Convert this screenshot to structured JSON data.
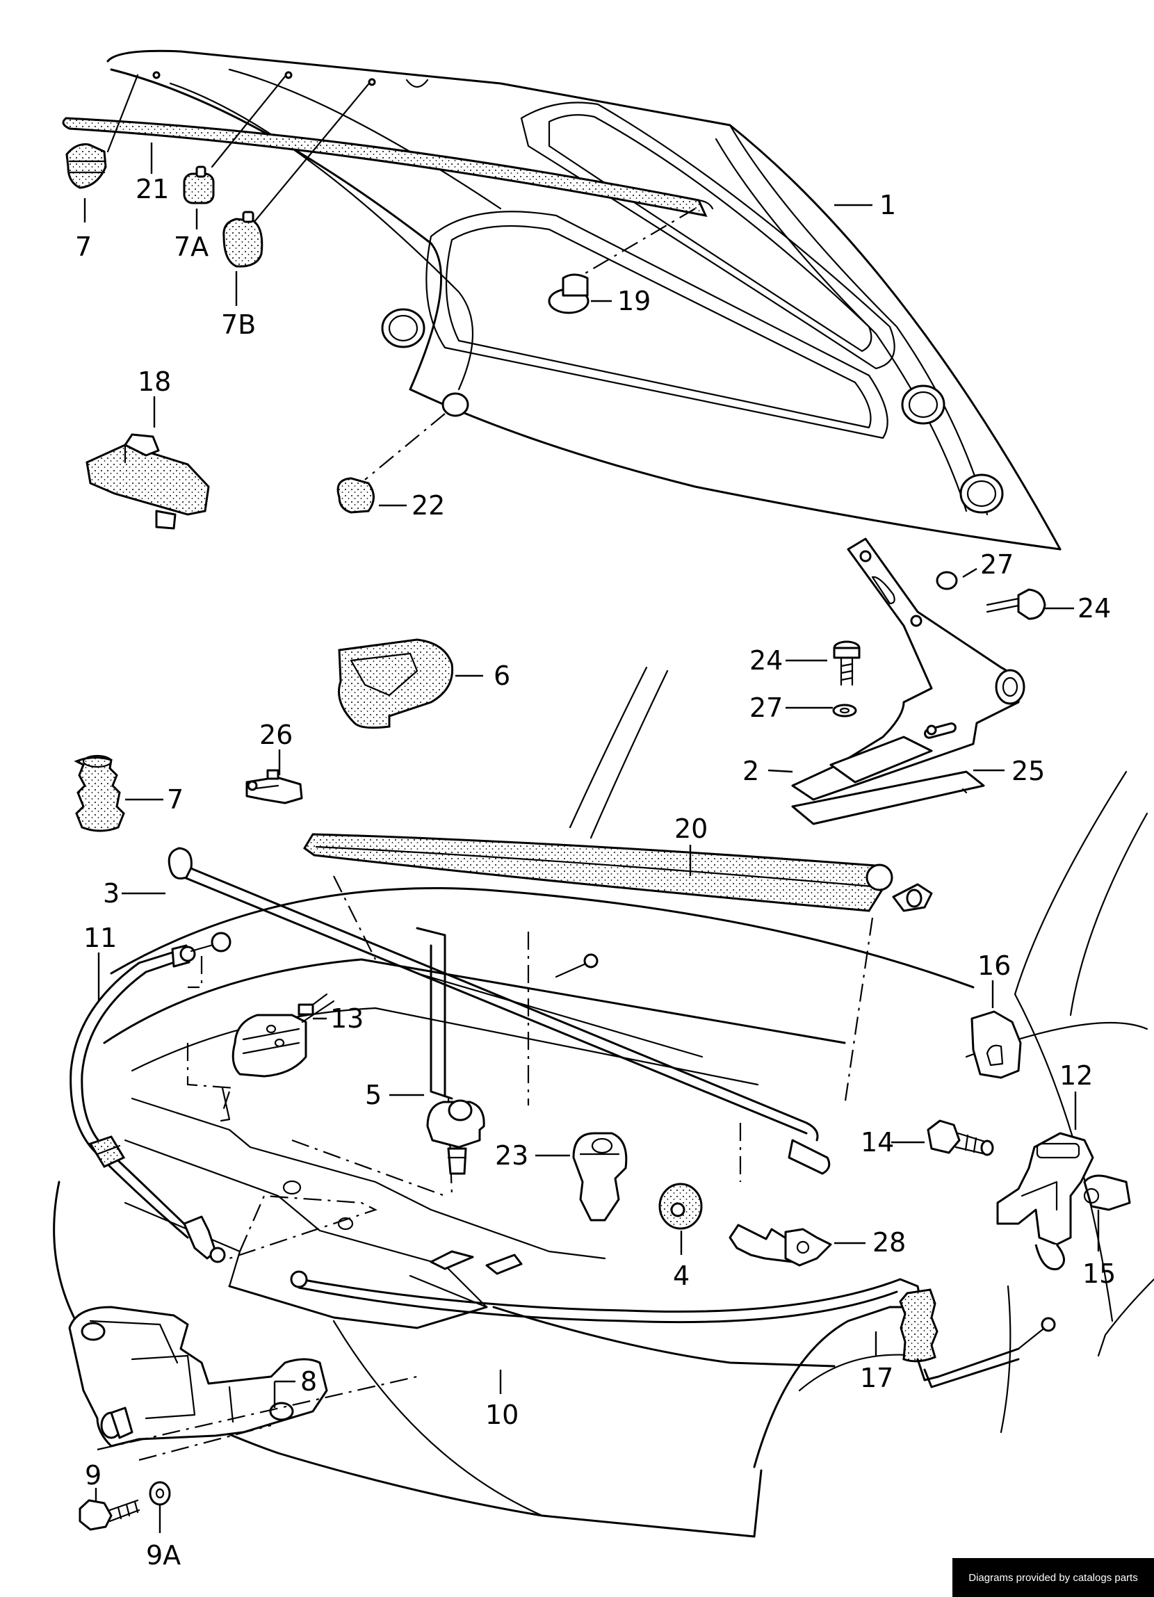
{
  "credit": "Diagrams provided by catalogs parts",
  "callouts": {
    "p1": "1",
    "p2": "2",
    "p3": "3",
    "p4": "4",
    "p5": "5",
    "p6": "6",
    "p7a_top": "7",
    "p7A": "7A",
    "p7B": "7B",
    "p7_mid": "7",
    "p8": "8",
    "p9": "9",
    "p9A": "9A",
    "p10": "10",
    "p11": "11",
    "p12": "12",
    "p13": "13",
    "p14": "14",
    "p15": "15",
    "p16": "16",
    "p17": "17",
    "p18": "18",
    "p19": "19",
    "p20": "20",
    "p21": "21",
    "p22": "22",
    "p23": "23",
    "p24a": "24",
    "p24b": "24",
    "p25": "25",
    "p26": "26",
    "p27a": "27",
    "p27b": "27",
    "p28": "28"
  }
}
